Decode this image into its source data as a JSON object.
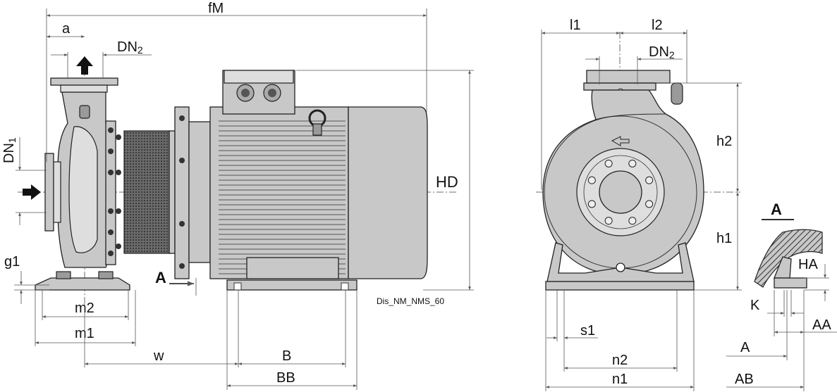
{
  "drawing_code": "Dis_NM_NMS_60",
  "section_label": "A",
  "flow_arrow_label": "A",
  "dimensions": {
    "fM": "fM",
    "a": "a",
    "DN2": "DN",
    "DN2_sub": "2",
    "DN1": "DN",
    "DN1_sub": "1",
    "HD": "HD",
    "g1": "g1",
    "m2": "m2",
    "m1": "m1",
    "w": "w",
    "B": "B",
    "BB": "BB",
    "l1": "l1",
    "l2": "l2",
    "h2": "h2",
    "h1": "h1",
    "s1": "s1",
    "n2": "n2",
    "n1": "n1",
    "HA": "HA",
    "K": "K",
    "AA": "AA",
    "A_dim": "A",
    "AB": "AB"
  }
}
